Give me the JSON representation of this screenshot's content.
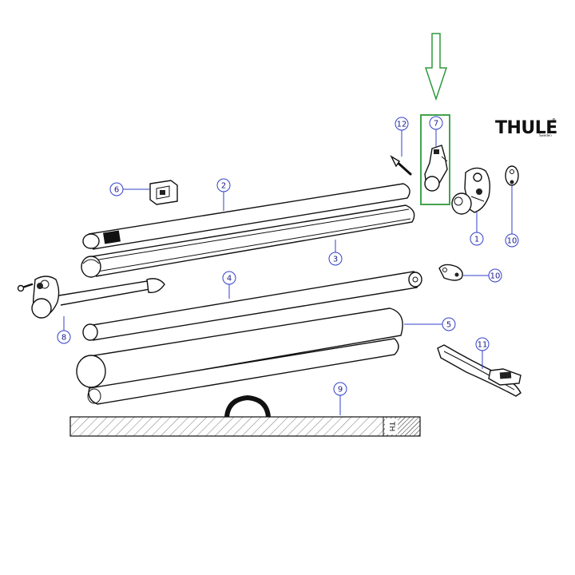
{
  "logo": {
    "brand": "THULE",
    "mark": "®",
    "sub": "Sweden"
  },
  "highlight": {
    "color": "#2e9a3a",
    "target_part": "7"
  },
  "callout_color": "#3340c8",
  "rail_marking": "TH",
  "parts": [
    {
      "id": "1",
      "label": "1"
    },
    {
      "id": "2",
      "label": "2"
    },
    {
      "id": "3",
      "label": "3"
    },
    {
      "id": "4",
      "label": "4"
    },
    {
      "id": "5",
      "label": "5"
    },
    {
      "id": "6",
      "label": "6"
    },
    {
      "id": "7",
      "label": "7"
    },
    {
      "id": "8",
      "label": "8"
    },
    {
      "id": "9",
      "label": "9"
    },
    {
      "id": "10a",
      "label": "10"
    },
    {
      "id": "10b",
      "label": "10"
    },
    {
      "id": "11",
      "label": "11"
    },
    {
      "id": "12",
      "label": "12"
    }
  ]
}
